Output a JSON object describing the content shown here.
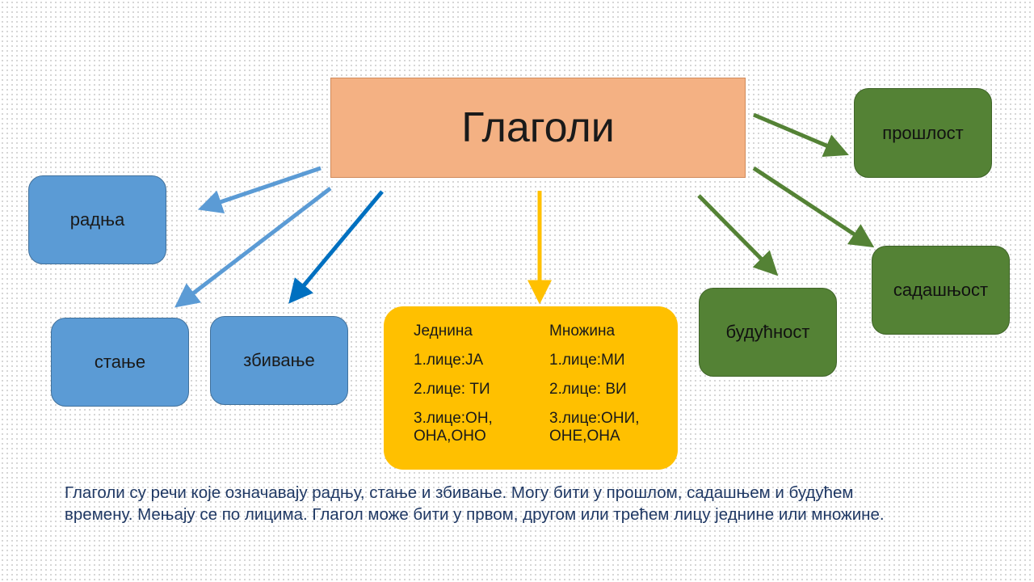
{
  "title": "Глаголи",
  "meaning_nodes": {
    "radnja": "радња",
    "stanje": "стање",
    "zbivanje": "збивање"
  },
  "time_nodes": {
    "proshlost": "прошлост",
    "sadashnost": "садашњост",
    "budutnost": "будућност"
  },
  "person_box": {
    "singular": {
      "header": "Једнина",
      "first": "1.лице:ЈА",
      "second": "2.лице: ТИ",
      "third_line1": "3.лице:ОН,",
      "third_line2": "ОНА,ОНО"
    },
    "plural": {
      "header": "Множина",
      "first": "1.лице:МИ",
      "second": "2.лице: ВИ",
      "third_line1": "3.лице:ОНИ,",
      "third_line2": "ОНЕ,ОНА"
    }
  },
  "caption": {
    "line1": "Глаголи су речи које означавају радњу, стање и збивање. Могу бити у прошлом, садашњем и будућем",
    "line2": "времену. Мењају се по лицима. Глагол може бити у првом, другом или трећем лицу једнине или множине."
  },
  "colors": {
    "title_fill": "#f4b183",
    "blue_node": "#5b9bd5",
    "dark_blue_arrow": "#0070c0",
    "green_node": "#548235",
    "yellow_node": "#ffc000",
    "caption_text": "#1f3864"
  }
}
